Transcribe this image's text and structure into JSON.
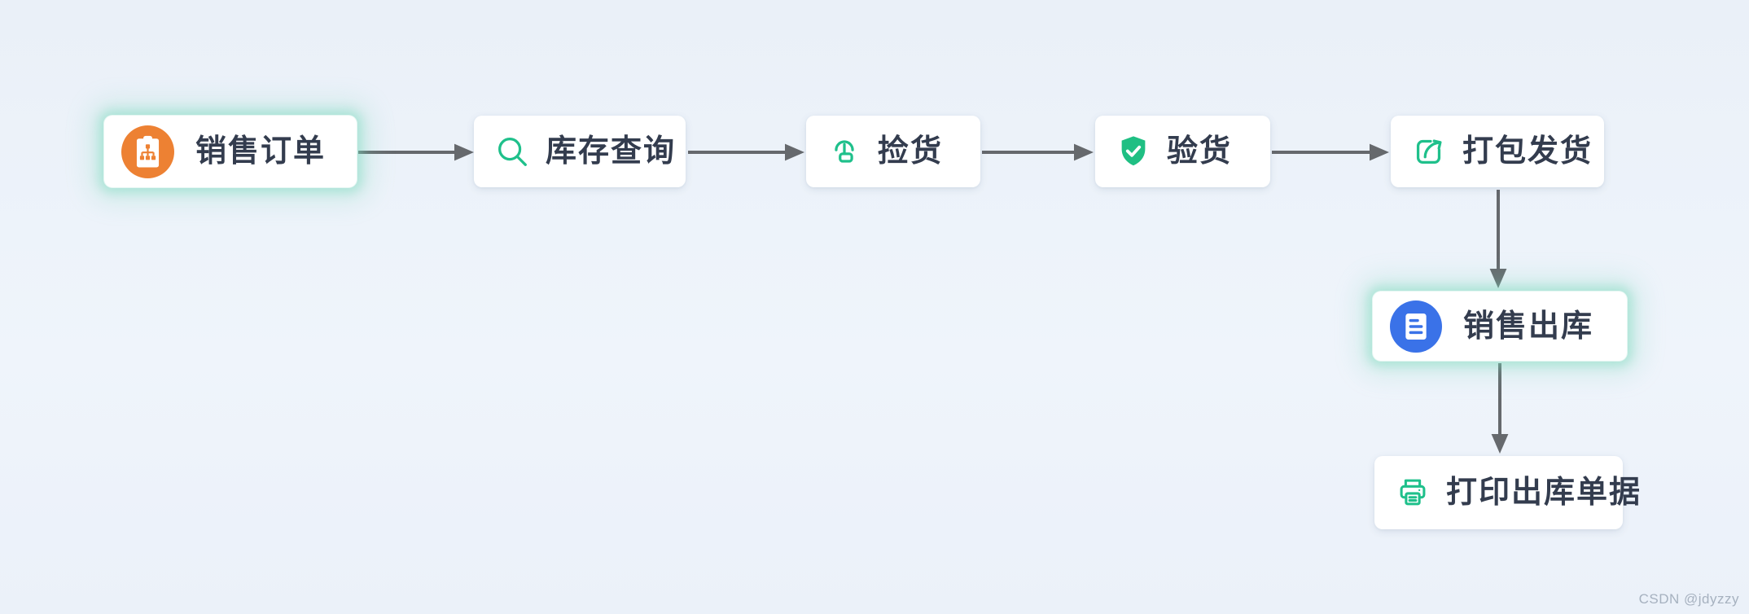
{
  "flow": {
    "nodes": [
      {
        "id": "sales-order",
        "label": "销售订单",
        "icon": "clipboard-org-icon",
        "variant": "orange-circle",
        "highlighted": true
      },
      {
        "id": "inventory-query",
        "label": "库存查询",
        "icon": "search-icon",
        "variant": "green-outline",
        "highlighted": false
      },
      {
        "id": "picking",
        "label": "捡货",
        "icon": "tap-finger-icon",
        "variant": "green-outline",
        "highlighted": false
      },
      {
        "id": "inspection",
        "label": "验货",
        "icon": "shield-check-icon",
        "variant": "green-filled",
        "highlighted": false
      },
      {
        "id": "pack-ship",
        "label": "打包发货",
        "icon": "share-arrow-icon",
        "variant": "green-outline",
        "highlighted": false
      },
      {
        "id": "sales-outbound",
        "label": "销售出库",
        "icon": "document-lines-icon",
        "variant": "blue-circle",
        "highlighted": true
      },
      {
        "id": "print-outbound-doc",
        "label": "打印出库单据",
        "icon": "printer-icon",
        "variant": "green-outline",
        "highlighted": false
      }
    ],
    "edges": [
      {
        "from": "sales-order",
        "to": "inventory-query",
        "direction": "right"
      },
      {
        "from": "inventory-query",
        "to": "picking",
        "direction": "right"
      },
      {
        "from": "picking",
        "to": "inspection",
        "direction": "right"
      },
      {
        "from": "inspection",
        "to": "pack-ship",
        "direction": "right"
      },
      {
        "from": "pack-ship",
        "to": "sales-outbound",
        "direction": "down"
      },
      {
        "from": "sales-outbound",
        "to": "print-outbound-doc",
        "direction": "down"
      }
    ]
  },
  "colors": {
    "background": "#ECF2FA",
    "card": "#FFFFFF",
    "label_text": "#333C4E",
    "arrow": "#66696D",
    "green_accent": "#1FC08B",
    "orange_accent": "#ED8133",
    "blue_accent": "#3A72E8",
    "highlight_glow": "#BFE9DC"
  },
  "watermark": "CSDN @jdyzzy"
}
